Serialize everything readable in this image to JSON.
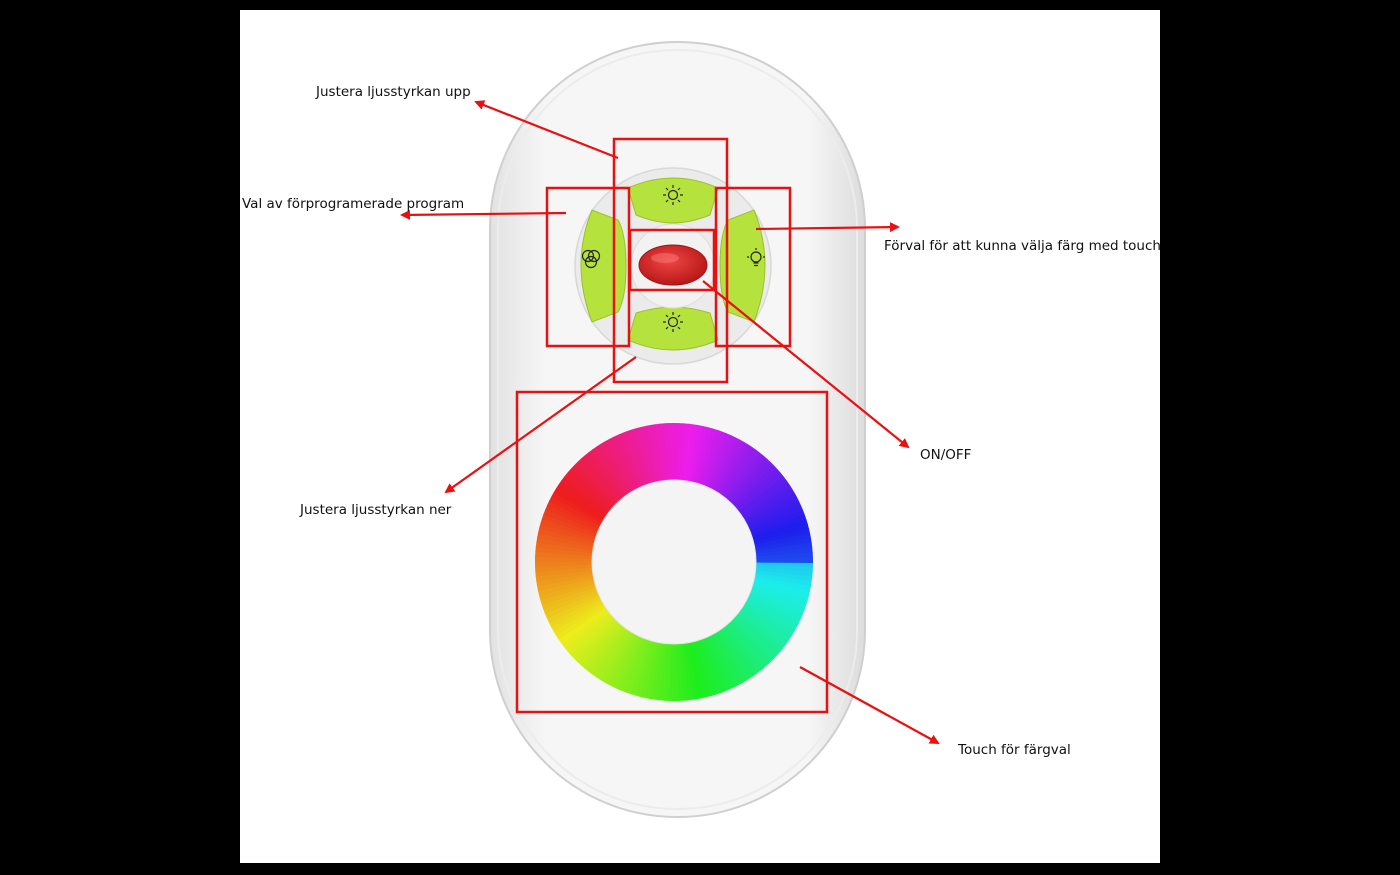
{
  "labels": {
    "brightness_up": "Justera ljusstyrkan upp",
    "program_select": "Val av förprogramerade program",
    "color_touch_preset": "Förval för att kunna välja färg med touch",
    "on_off": "ON/OFF",
    "brightness_down": "Justera ljusstyrkan ner",
    "touch_color": "Touch för färgval"
  },
  "colors": {
    "callout": "#e81010",
    "button_green": "#b5e23c",
    "power_red": "#d42525",
    "remote_body": "#f4f4f4"
  },
  "icons": {
    "up": "sun-icon",
    "down": "sun-icon",
    "left": "interlocking-circles-icon",
    "right": "bulb-icon",
    "center": "power-button"
  }
}
